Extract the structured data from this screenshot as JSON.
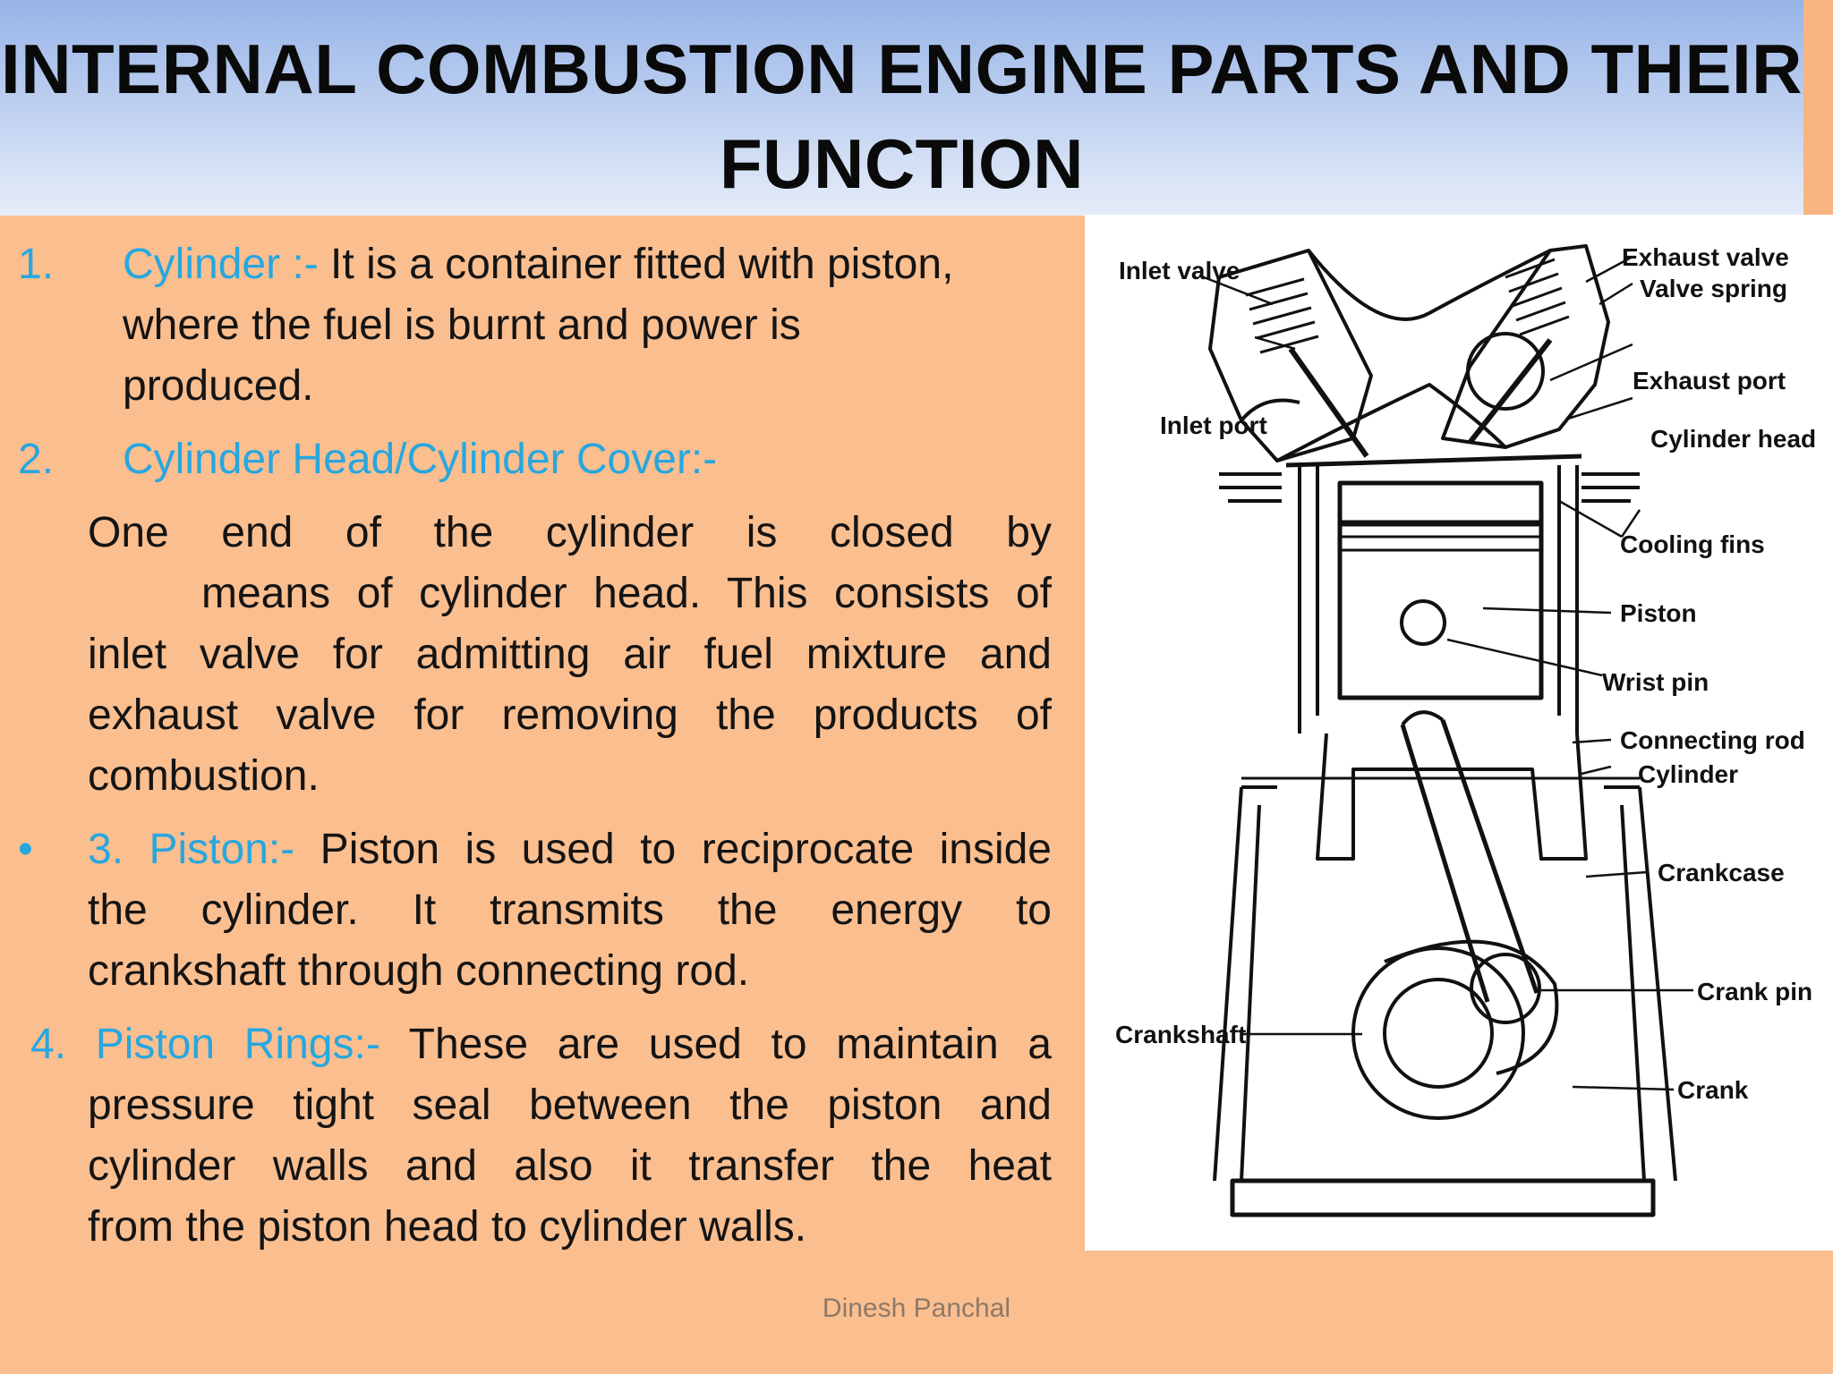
{
  "slide": {
    "title_line1": "INTERNAL COMBUSTION ENGINE PARTS AND THEIR",
    "title_line2": "FUNCTION",
    "footer": "Dinesh Panchal"
  },
  "items": {
    "cylinder": {
      "number": "1.",
      "term": "Cylinder :-",
      "text_a": " It is a container fitted with piston,",
      "text_b": "where the fuel is burnt and power is",
      "text_c": "produced."
    },
    "cylinder_head": {
      "number": "2.",
      "term": "Cylinder Head/Cylinder Cover:-",
      "line1": "One end of the cylinder is closed by",
      "line2": "means of cylinder head. This consists of",
      "line3": "inlet valve for admitting air fuel mixture and",
      "line4": "exhaust valve for removing the products of",
      "line5": "combustion."
    },
    "piston": {
      "bullet": "•",
      "term": "3. Piston:-",
      "text_a": " Piston is used to reciprocate inside",
      "line2": "the cylinder. It transmits the energy to",
      "line3": "crankshaft through connecting rod."
    },
    "piston_rings": {
      "term": "4. Piston Rings:-",
      "text_a": " These are used to maintain a",
      "line2": "pressure tight seal between the piston and",
      "line3": "cylinder walls and also it transfer the heat",
      "line4": "from the piston head to cylinder walls."
    }
  },
  "diagram": {
    "labels": {
      "inlet_valve": "Inlet valve",
      "exhaust_valve": "Exhaust valve",
      "valve_spring": "Valve spring",
      "exhaust_port": "Exhaust port",
      "inlet_port": "Inlet port",
      "cylinder_head": "Cylinder head",
      "cooling_fins": "Cooling fins",
      "piston": "Piston",
      "wrist_pin": "Wrist pin",
      "connecting_rod": "Connecting rod",
      "cylinder": "Cylinder",
      "crankcase": "Crankcase",
      "crank_pin": "Crank pin",
      "crankshaft": "Crankshaft",
      "crank": "Crank"
    }
  }
}
